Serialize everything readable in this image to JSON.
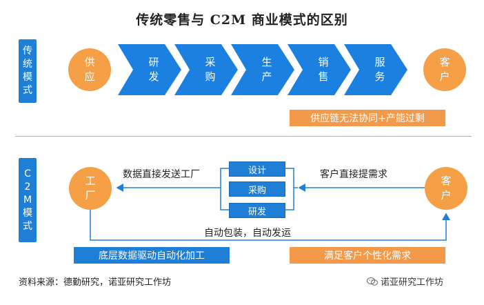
{
  "title": "传统零售与 C2M 商业模式的区别",
  "traditional": {
    "side_label": "传统模式",
    "start": "供应",
    "steps": [
      "研发",
      "采购",
      "生产",
      "销售",
      "服务"
    ],
    "end": "客户",
    "note": "供应链无法协同+产能过剩"
  },
  "c2m": {
    "side_label": "C2M模式",
    "factory": "工厂",
    "customer": "客户",
    "left_text": "数据直接发送工厂",
    "right_text": "客户直接提需求",
    "processes": [
      "设计",
      "采购",
      "研发"
    ],
    "bottom_text": "自动包装，自动发运",
    "blue_bar": "底层数据驱动自动化加工",
    "orange_bar": "满足客户个性化需求"
  },
  "source": "资料来源：德勤研究，诺亚研究工作坊",
  "brand": "诺亚研究工作坊",
  "colors": {
    "blue": "#1f7fd6",
    "orange": "#f5a046",
    "chevron": "#1b80e0"
  }
}
